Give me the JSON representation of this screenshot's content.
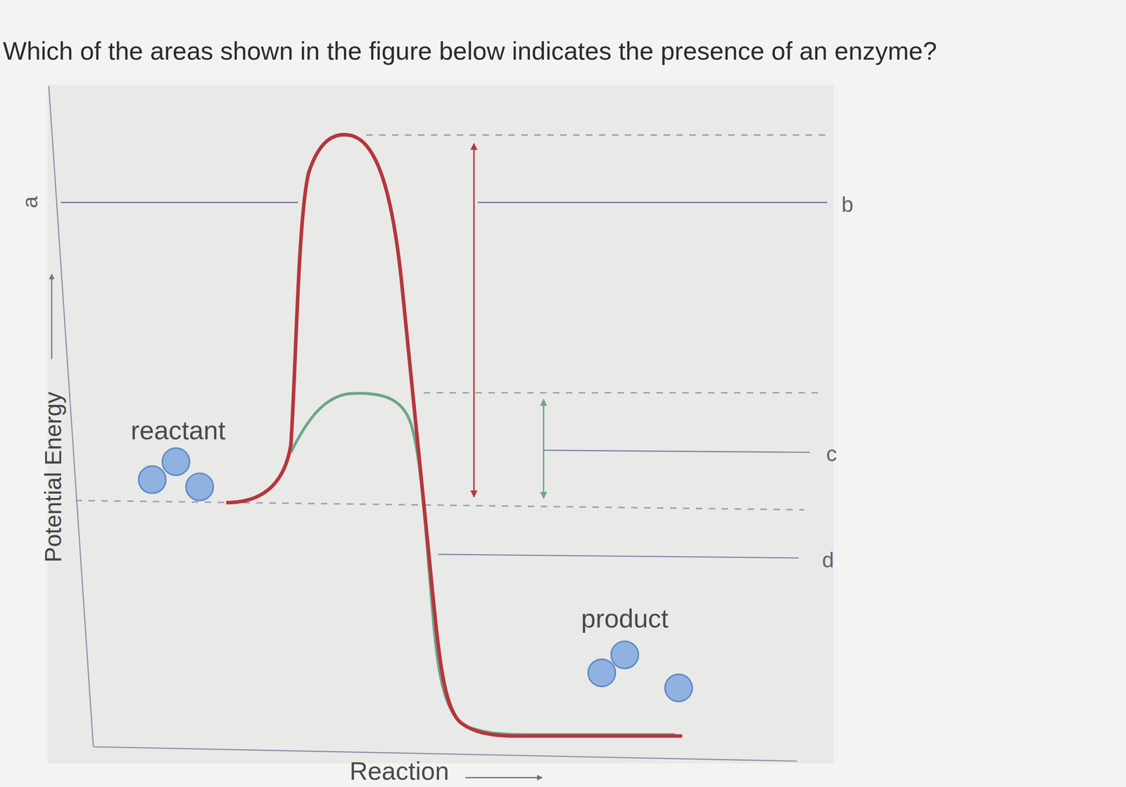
{
  "diagram": {
    "title": "Which of the areas shown in the figure below indicates the presence of an enzyme?",
    "labels": [
      "a",
      "Potential Energy",
      "reactant",
      "b",
      "c",
      "d",
      "product",
      "Reaction"
    ]
  }
}
